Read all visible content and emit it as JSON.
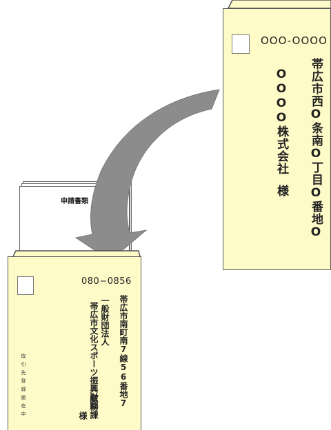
{
  "right_envelope": {
    "postal_code": "OOO-OOOO",
    "address": "帯広市西O条南O丁目O番地O",
    "company": "OOOO株式会社",
    "honorific": "様"
  },
  "documents": {
    "label": "申請書類"
  },
  "left_envelope": {
    "postal_code": "080−0856",
    "address": "帯広市南町南7線56番地7",
    "org_line1": "一般財団法人",
    "org_line2": "帯広市文化スポーツ振興財団",
    "department": "総務課",
    "honorific": "様",
    "side_note": "取引先登録届在中"
  },
  "colors": {
    "envelope": "#fffbc8",
    "arrow": "#8c8c8c"
  }
}
